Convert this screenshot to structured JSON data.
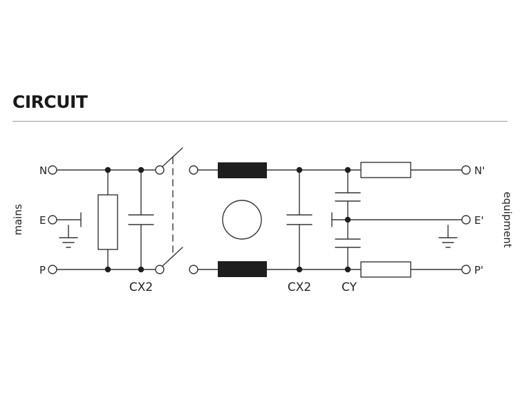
{
  "heading": {
    "title": "CIRCUIT"
  },
  "terminals": {
    "input": {
      "n": "N",
      "e": "E",
      "p": "P"
    },
    "output": {
      "n": "N'",
      "e": "E'",
      "p": "P'"
    }
  },
  "side_labels": {
    "left": "mains",
    "right": "equipment"
  },
  "component_labels": {
    "cx2_input": "CX2",
    "cx2_output": "CX2",
    "cy": "CY"
  }
}
